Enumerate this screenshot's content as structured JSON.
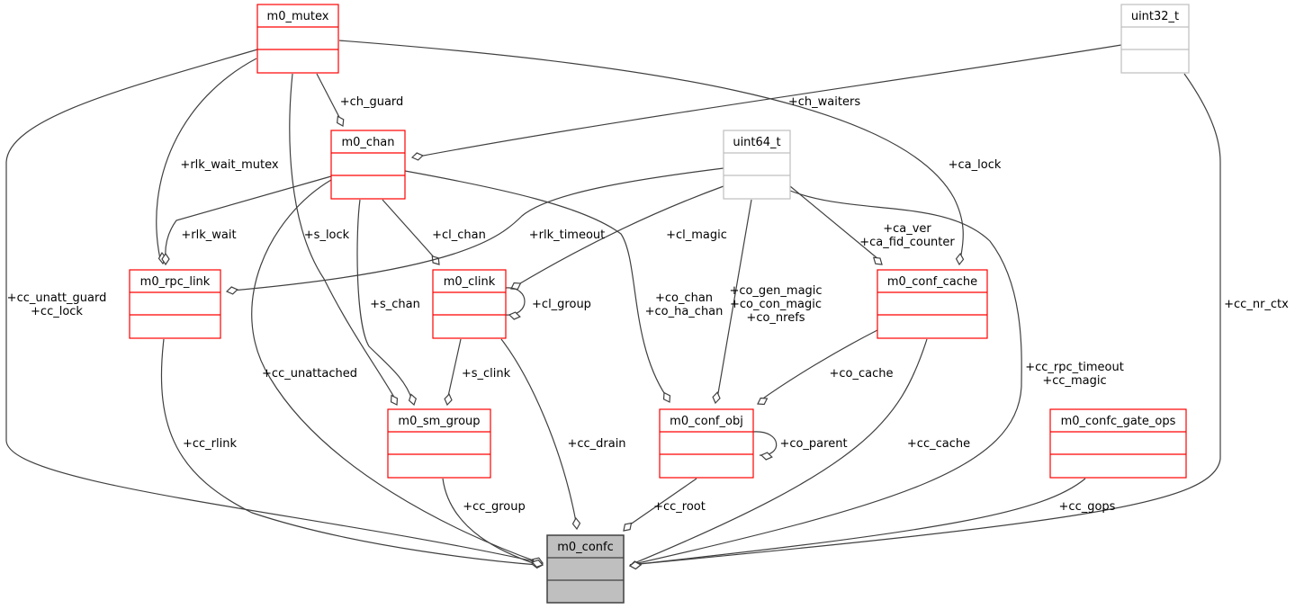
{
  "diagram": {
    "title": "m0_confc collaboration diagram",
    "colors": {
      "red_border": "#ff0000",
      "gray_border": "#bfbfbf",
      "focus_fill": "#bfbfbf",
      "focus_border": "#404040",
      "edge": "#404040"
    },
    "nodes": {
      "m0_mutex": {
        "label": "m0_mutex",
        "style": "red"
      },
      "uint32_t": {
        "label": "uint32_t",
        "style": "gray"
      },
      "m0_chan": {
        "label": "m0_chan",
        "style": "red"
      },
      "uint64_t": {
        "label": "uint64_t",
        "style": "gray"
      },
      "m0_rpc_link": {
        "label": "m0_rpc_link",
        "style": "red"
      },
      "m0_clink": {
        "label": "m0_clink",
        "style": "red"
      },
      "m0_conf_cache": {
        "label": "m0_conf_cache",
        "style": "red"
      },
      "m0_sm_group": {
        "label": "m0_sm_group",
        "style": "red"
      },
      "m0_conf_obj": {
        "label": "m0_conf_obj",
        "style": "red"
      },
      "m0_confc_gate_ops": {
        "label": "m0_confc_gate_ops",
        "style": "red"
      },
      "m0_confc": {
        "label": "m0_confc",
        "style": "focus"
      }
    },
    "edge_labels": {
      "ch_guard": [
        "+ch_guard"
      ],
      "ch_waiters": [
        "+ch_waiters"
      ],
      "rlk_wait_mutex": [
        "+rlk_wait_mutex"
      ],
      "ca_lock": [
        "+ca_lock"
      ],
      "rlk_wait": [
        "+rlk_wait"
      ],
      "s_lock": [
        "+s_lock"
      ],
      "cl_chan": [
        "+cl_chan"
      ],
      "rlk_timeout": [
        "+rlk_timeout"
      ],
      "cl_magic": [
        "+cl_magic"
      ],
      "ca_ver": [
        "+ca_ver",
        "+ca_fid_counter"
      ],
      "cc_unatt_guard": [
        "+cc_unatt_guard",
        "+cc_lock"
      ],
      "s_chan": [
        "+s_chan"
      ],
      "cl_group": [
        "+cl_group"
      ],
      "co_chan": [
        "+co_chan",
        "+co_ha_chan"
      ],
      "co_gen_magic": [
        "+co_gen_magic",
        "+co_con_magic",
        "+co_nrefs"
      ],
      "cc_nr_ctx": [
        "+cc_nr_ctx"
      ],
      "cc_unattached": [
        "+cc_unattached"
      ],
      "s_clink": [
        "+s_clink"
      ],
      "co_cache": [
        "+co_cache"
      ],
      "cc_rpc_timeout": [
        "+cc_rpc_timeout",
        "+cc_magic"
      ],
      "cc_rlink": [
        "+cc_rlink"
      ],
      "cc_drain": [
        "+cc_drain"
      ],
      "co_parent": [
        "+co_parent"
      ],
      "cc_cache": [
        "+cc_cache"
      ],
      "cc_group": [
        "+cc_group"
      ],
      "cc_root": [
        "+cc_root"
      ],
      "cc_gops": [
        "+cc_gops"
      ]
    }
  }
}
